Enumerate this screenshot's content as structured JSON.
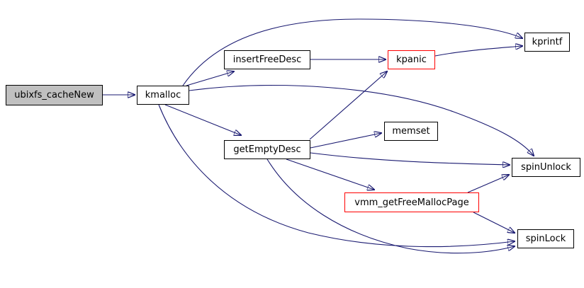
{
  "diagram": {
    "type": "call-graph",
    "colors": {
      "edge": "#191970",
      "node_fill": "#ffffff",
      "root_node_fill": "#c0c0c0",
      "node_border": "#000000",
      "truncated_node_border": "#ff0000",
      "text": "#000000",
      "background": "#ffffff"
    },
    "nodes": [
      {
        "id": "ubixfs_cacheNew",
        "label": "ubixfs_cacheNew",
        "style": "root"
      },
      {
        "id": "kmalloc",
        "label": "kmalloc",
        "style": "normal"
      },
      {
        "id": "insertFreeDesc",
        "label": "insertFreeDesc",
        "style": "normal"
      },
      {
        "id": "kpanic",
        "label": "kpanic",
        "style": "truncated"
      },
      {
        "id": "kprintf",
        "label": "kprintf",
        "style": "normal"
      },
      {
        "id": "getEmptyDesc",
        "label": "getEmptyDesc",
        "style": "normal"
      },
      {
        "id": "memset",
        "label": "memset",
        "style": "normal"
      },
      {
        "id": "spinUnlock",
        "label": "spinUnlock",
        "style": "normal"
      },
      {
        "id": "vmm_getFreeMallocPage",
        "label": "vmm_getFreeMallocPage",
        "style": "truncated"
      },
      {
        "id": "spinLock",
        "label": "spinLock",
        "style": "normal"
      }
    ],
    "edges": [
      {
        "from": "ubixfs_cacheNew",
        "to": "kmalloc"
      },
      {
        "from": "kmalloc",
        "to": "insertFreeDesc"
      },
      {
        "from": "kmalloc",
        "to": "kprintf"
      },
      {
        "from": "kmalloc",
        "to": "getEmptyDesc"
      },
      {
        "from": "kmalloc",
        "to": "spinUnlock"
      },
      {
        "from": "kmalloc",
        "to": "spinLock"
      },
      {
        "from": "insertFreeDesc",
        "to": "kpanic"
      },
      {
        "from": "kpanic",
        "to": "kprintf"
      },
      {
        "from": "getEmptyDesc",
        "to": "kpanic"
      },
      {
        "from": "getEmptyDesc",
        "to": "memset"
      },
      {
        "from": "getEmptyDesc",
        "to": "spinUnlock"
      },
      {
        "from": "getEmptyDesc",
        "to": "vmm_getFreeMallocPage"
      },
      {
        "from": "getEmptyDesc",
        "to": "spinLock"
      },
      {
        "from": "vmm_getFreeMallocPage",
        "to": "spinUnlock"
      },
      {
        "from": "vmm_getFreeMallocPage",
        "to": "spinLock"
      }
    ]
  }
}
